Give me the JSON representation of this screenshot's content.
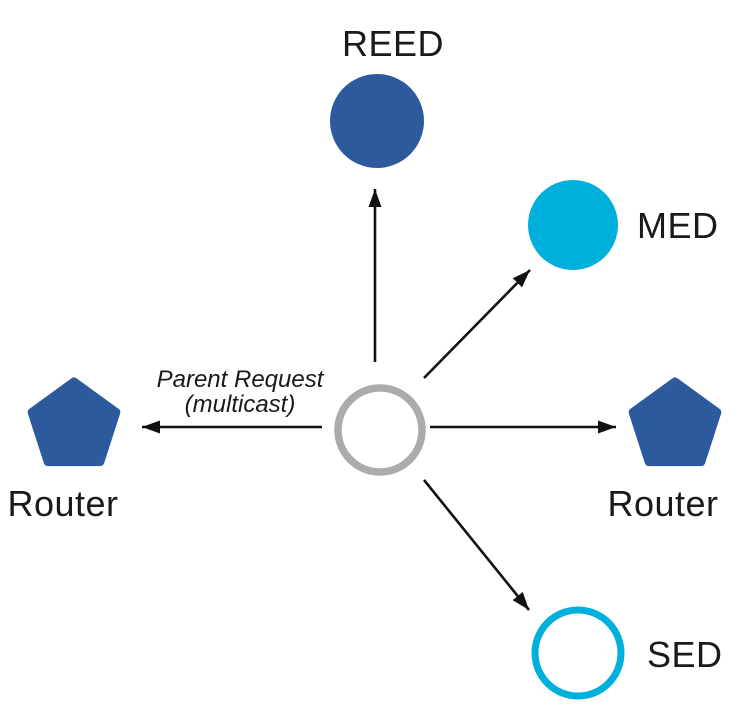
{
  "diagram": {
    "nodes": {
      "reed": {
        "label": "REED",
        "shape": "filled-circle"
      },
      "med": {
        "label": "MED",
        "shape": "filled-circle"
      },
      "router_left": {
        "label": "Router",
        "shape": "pentagon"
      },
      "router_right": {
        "label": "Router",
        "shape": "pentagon"
      },
      "sed": {
        "label": "SED",
        "shape": "outlined-circle"
      },
      "joiner": {
        "label": "",
        "shape": "outlined-circle"
      }
    },
    "annotation": {
      "line1": "Parent Request",
      "line2": "(multicast)"
    },
    "colors": {
      "node_blue": "#2d5a9d",
      "node_cyan": "#00b0dc",
      "joiner_gray": "#ababab",
      "arrow": "#111111",
      "text": "#1a1a1a"
    }
  }
}
